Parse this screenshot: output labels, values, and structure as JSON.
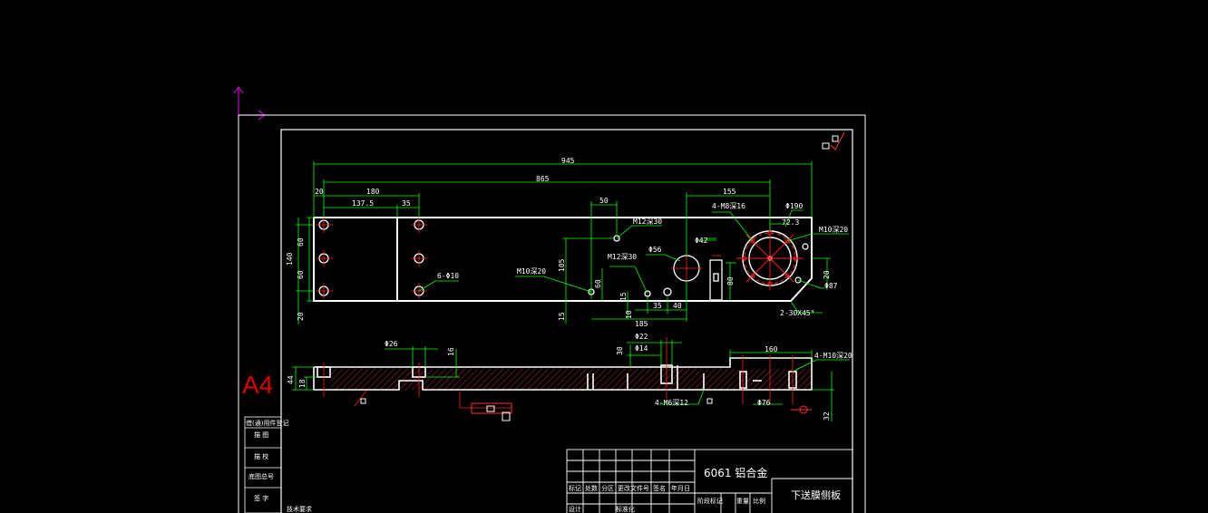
{
  "sheet_label": "A4",
  "dimensions": {
    "overall_length": "945",
    "inner_length": "865",
    "d20_top": "20",
    "d180": "180",
    "d137_5": "137.5",
    "d35": "35",
    "d50": "50",
    "d155": "155",
    "phi190": "Φ190",
    "d72_3": "72.3",
    "m10_depth20_right": "M10深20",
    "m8_depth16": "4-M8深16",
    "m12_depth30_a": "M12深30",
    "m12_depth30_b": "M12深30",
    "m10_depth20_left": "M10深20",
    "phi56": "Φ56",
    "phi42": "Φ42",
    "six_phi10": "6-Φ10",
    "d140": "140",
    "d60a": "60",
    "d60b": "60",
    "d20_bottom": "20",
    "d105": "105",
    "d60c": "60",
    "d15a": "15",
    "d15b": "15",
    "d10": "10",
    "d185": "185",
    "d35b": "35",
    "d40": "40",
    "d80": "80",
    "d20_right": "20",
    "phi87": "Φ87",
    "chamfer": "2-30X45°",
    "phi26": "Φ26",
    "d16": "16",
    "d44": "44",
    "d18": "18",
    "phi22": "Φ22",
    "phi14": "Φ14",
    "d30": "30",
    "m6_depth12": "4-M6深12",
    "d160": "160",
    "m10_depth20_four": "4-M10深20",
    "phi76": "Φ76",
    "d32": "32"
  },
  "title_block": {
    "material": "6061 铝合金",
    "part_name": "下送膜侧板",
    "header_cols": [
      "标记",
      "处数",
      "分区",
      "更改文件号",
      "签名",
      "年月日"
    ],
    "row2_cols": [
      "设计",
      "标准化",
      "阶段标记",
      "重量",
      "比例"
    ],
    "left_labels": [
      "借(通)用件登记",
      "描 图",
      "描 校",
      "底图总号",
      "签 字"
    ],
    "note": "技术要求"
  },
  "colors": {
    "background": "#000000",
    "outline": "#ffffff",
    "dimension": "#00ff00",
    "centerline": "#ff2020",
    "hatch": "#ff3030",
    "ucs": "#c000c0",
    "sheet_label": "#e00000"
  }
}
